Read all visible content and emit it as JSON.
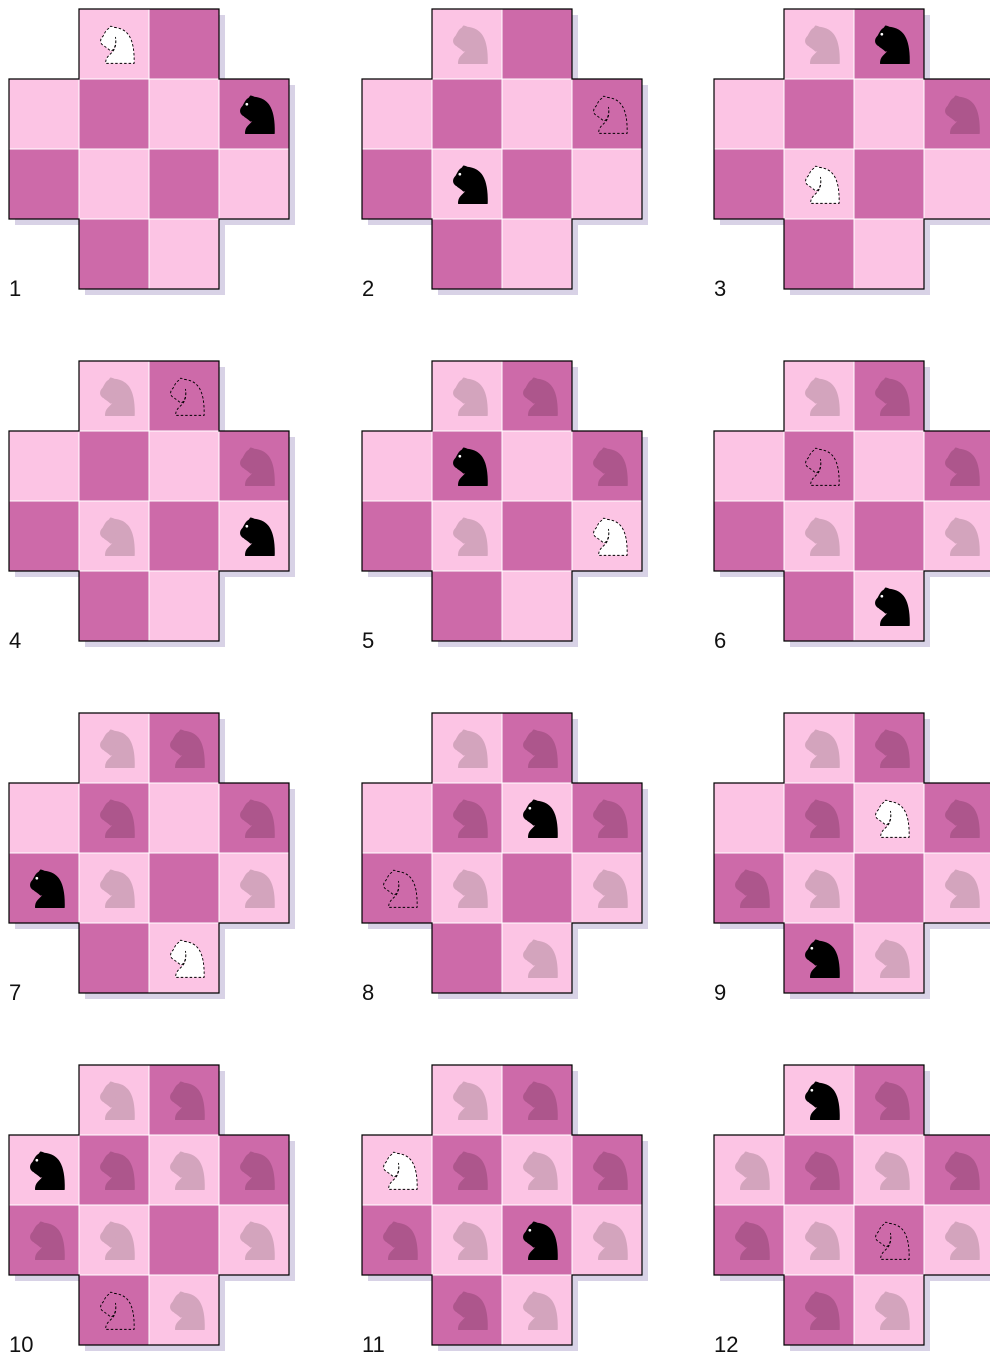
{
  "colors": {
    "light_square": "#fcc4e4",
    "dark_square": "#cd6aa9",
    "shadow": "#d8d2e6",
    "ghost_on_light": "#d3a4bd",
    "ghost_on_dark": "#ad568c",
    "current_knight": "#000000",
    "grid_line": "#ffffff",
    "outline": "#000000"
  },
  "icons": {
    "current": "knight-icon",
    "visited": "visited-knight-icon",
    "target": "next-knight-outline-icon"
  },
  "board": {
    "squares": [
      "a2",
      "a3",
      "b1",
      "b2",
      "b3",
      "b4",
      "c1",
      "c2",
      "c3",
      "c4",
      "d2",
      "d3"
    ],
    "dark_squares": [
      "b1",
      "b3",
      "c4",
      "c2",
      "a2",
      "d3"
    ]
  },
  "steps": [
    {
      "label": "1",
      "knight": "d3",
      "target": "b4",
      "visited": []
    },
    {
      "label": "2",
      "knight": "b2",
      "target": "d3",
      "visited": [
        "b4"
      ]
    },
    {
      "label": "3",
      "knight": "c4",
      "target": "b2",
      "visited": [
        "b4",
        "d3"
      ]
    },
    {
      "label": "4",
      "knight": "d2",
      "target": "c4",
      "visited": [
        "b4",
        "d3",
        "b2"
      ]
    },
    {
      "label": "5",
      "knight": "b3",
      "target": "d2",
      "visited": [
        "b4",
        "c4",
        "d3",
        "b2"
      ]
    },
    {
      "label": "6",
      "knight": "c1",
      "target": "b3",
      "visited": [
        "b4",
        "c4",
        "d3",
        "b2",
        "d2"
      ]
    },
    {
      "label": "7",
      "knight": "a2",
      "target": "c1",
      "visited": [
        "b4",
        "c4",
        "b3",
        "d3",
        "b2",
        "d2"
      ]
    },
    {
      "label": "8",
      "knight": "c3",
      "target": "a2",
      "visited": [
        "b4",
        "c4",
        "b3",
        "d3",
        "b2",
        "d2",
        "c1"
      ]
    },
    {
      "label": "9",
      "knight": "b1",
      "target": "c3",
      "visited": [
        "b4",
        "c4",
        "b3",
        "d3",
        "a2",
        "b2",
        "d2",
        "c1"
      ]
    },
    {
      "label": "10",
      "knight": "a3",
      "target": "b1",
      "visited": [
        "b4",
        "c4",
        "b3",
        "c3",
        "d3",
        "a2",
        "b2",
        "d2",
        "c1"
      ]
    },
    {
      "label": "11",
      "knight": "c2",
      "target": "a3",
      "visited": [
        "b4",
        "c4",
        "b3",
        "c3",
        "d3",
        "a2",
        "b2",
        "d2",
        "b1",
        "c1"
      ]
    },
    {
      "label": "12",
      "knight": "b4",
      "target": "c2",
      "visited": [
        "c4",
        "a3",
        "b3",
        "c3",
        "d3",
        "a2",
        "b2",
        "d2",
        "b1",
        "c1"
      ]
    }
  ]
}
